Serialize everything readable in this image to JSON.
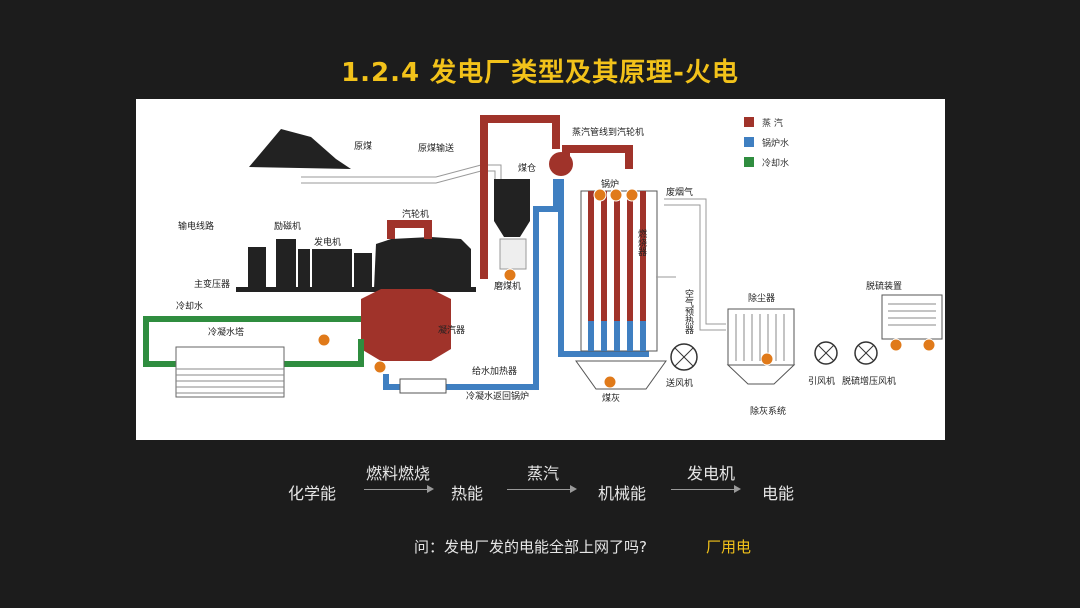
{
  "title": "1.2.4 发电厂类型及其原理-火电",
  "legend": [
    {
      "label": "蒸  汽",
      "color": "#a0332a"
    },
    {
      "label": "锅炉水",
      "color": "#3f7fc1"
    },
    {
      "label": "冷却水",
      "color": "#2f8d3f"
    }
  ],
  "diagram_labels": {
    "raw_coal": "原煤",
    "coal_transport": "原煤输送",
    "coal_bunker": "煤仓",
    "steam_pipe": "蒸汽管线到汽轮机",
    "boiler": "锅炉",
    "flue_gas": "废烟气",
    "transmission_line": "输电线路",
    "exciter": "励磁机",
    "generator": "发电机",
    "turbine": "汽轮机",
    "main_transformer": "主变压器",
    "cooling_water": "冷却水",
    "cooling_tower": "冷凝水塔",
    "condenser": "凝汽器",
    "coal_mill": "磨煤机",
    "furnace": "燃烧器",
    "air_preheater": "空气预热器",
    "dust_collector": "除尘器",
    "desulfurization": "脱硫装置",
    "feedwater_heater": "给水加热器",
    "condensate_return": "冷凝水返回锅炉",
    "coal_ash": "煤灰",
    "forced_fan": "送风机",
    "induced_fan": "引风机",
    "booster_fan": "脱硫增压风机",
    "ash_system": "除灰系统"
  },
  "flow": {
    "chemical_energy": "化学能",
    "fuel_burning": "燃料燃烧",
    "heat_energy": "热能",
    "steam": "蒸汽",
    "mechanical_energy": "机械能",
    "generator": "发电机",
    "electric_energy": "电能"
  },
  "question": "问：发电厂发的电能全部上网了吗?",
  "answer": "厂用电"
}
